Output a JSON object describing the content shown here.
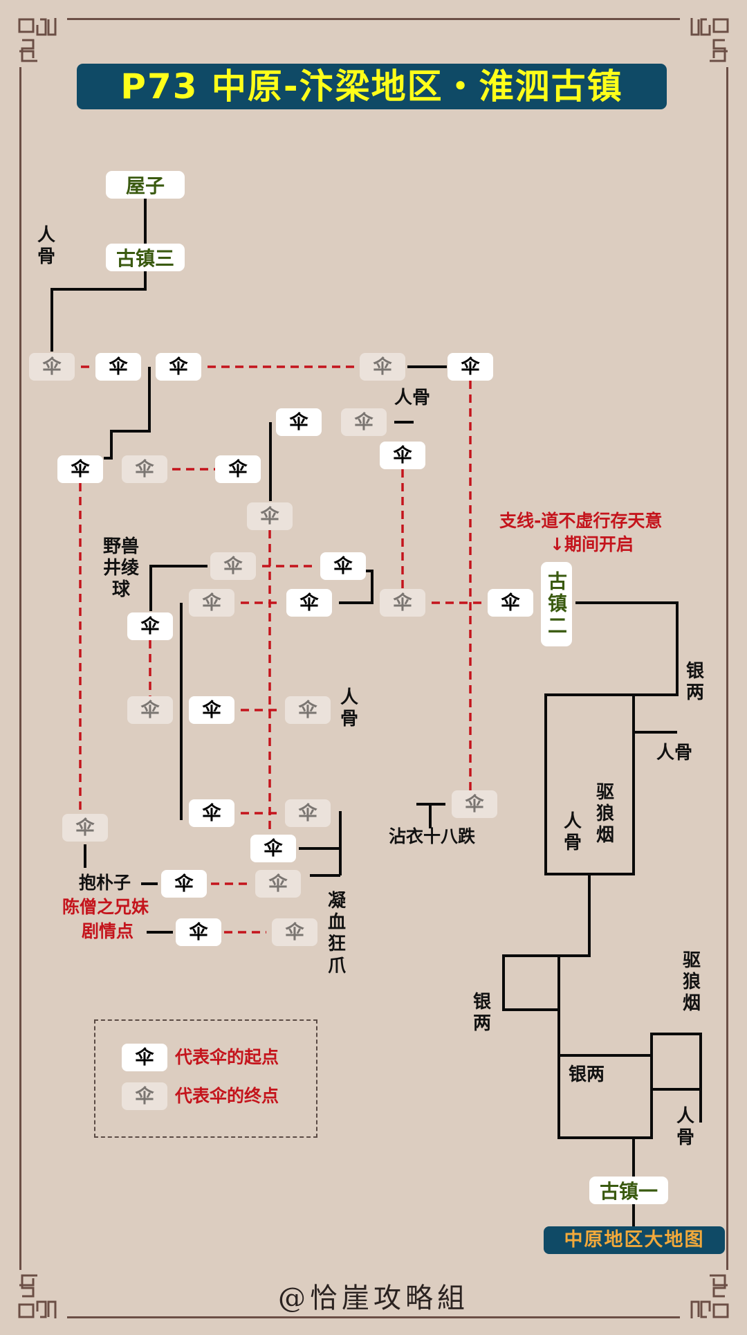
{
  "title": "P73  中原-汴梁地区・淮泗古镇",
  "places": {
    "house": "屋子",
    "town3": "古镇三",
    "town2": "古镇二",
    "town1": "古镇一"
  },
  "umbrella_glyph": "伞",
  "branch_quest": {
    "line1": "支线-道不虚行存天意",
    "line2": "↓期间开启"
  },
  "labels": {
    "bone_top_left": "人骨",
    "bone_mid": "人骨",
    "bone_center_right": "人骨",
    "beast_ball": "野兽井绫球",
    "zhanyi": "沾衣十八跌",
    "baopuzi": "抱朴子",
    "story_line1": "陈僧之兄妹",
    "story_line2": "剧情点",
    "blood_claw": "凝血狂爪",
    "silver_right": "银两",
    "bone_right": "人骨",
    "bone_box": "人骨",
    "wolf_smoke_box": "驱狼烟",
    "silver_left_low": "银两",
    "silver_box": "银两",
    "wolf_smoke_right": "驱狼烟",
    "bone_bottom_right": "人骨"
  },
  "legend": {
    "start": "代表伞的起点",
    "end": "代表伞的终点"
  },
  "map_button": "中原地区大地图",
  "credit": "@恰崖攻略組",
  "colors": {
    "background": "#dccdc0",
    "title_bg": "#0f4a66",
    "title_text": "#ffff1a",
    "place_text": "#3a5a10",
    "route_red": "#c4141c",
    "map_button_text": "#f2a93b"
  },
  "umbrella_nodes": [
    {
      "id": "n1",
      "type": "end"
    },
    {
      "id": "n2",
      "type": "start"
    },
    {
      "id": "n3",
      "type": "start"
    },
    {
      "id": "n4",
      "type": "end"
    },
    {
      "id": "n5",
      "type": "start"
    },
    {
      "id": "n6",
      "type": "start"
    },
    {
      "id": "n7",
      "type": "end"
    },
    {
      "id": "n8",
      "type": "start"
    },
    {
      "id": "n9",
      "type": "start"
    },
    {
      "id": "n10",
      "type": "end"
    },
    {
      "id": "n11",
      "type": "start"
    },
    {
      "id": "n12",
      "type": "end"
    },
    {
      "id": "n13",
      "type": "end"
    },
    {
      "id": "n14",
      "type": "start"
    },
    {
      "id": "n15",
      "type": "end"
    },
    {
      "id": "n16",
      "type": "start"
    },
    {
      "id": "n17",
      "type": "end"
    },
    {
      "id": "n18",
      "type": "start"
    },
    {
      "id": "n19",
      "type": "start"
    },
    {
      "id": "n20",
      "type": "end"
    },
    {
      "id": "n21",
      "type": "start"
    },
    {
      "id": "n22",
      "type": "end"
    },
    {
      "id": "n23",
      "type": "end"
    },
    {
      "id": "n24",
      "type": "start"
    },
    {
      "id": "n25",
      "type": "end"
    },
    {
      "id": "n26",
      "type": "end"
    },
    {
      "id": "n27",
      "type": "start"
    },
    {
      "id": "n28",
      "type": "start"
    },
    {
      "id": "n29",
      "type": "end"
    },
    {
      "id": "n30",
      "type": "start"
    },
    {
      "id": "n31",
      "type": "end"
    }
  ]
}
